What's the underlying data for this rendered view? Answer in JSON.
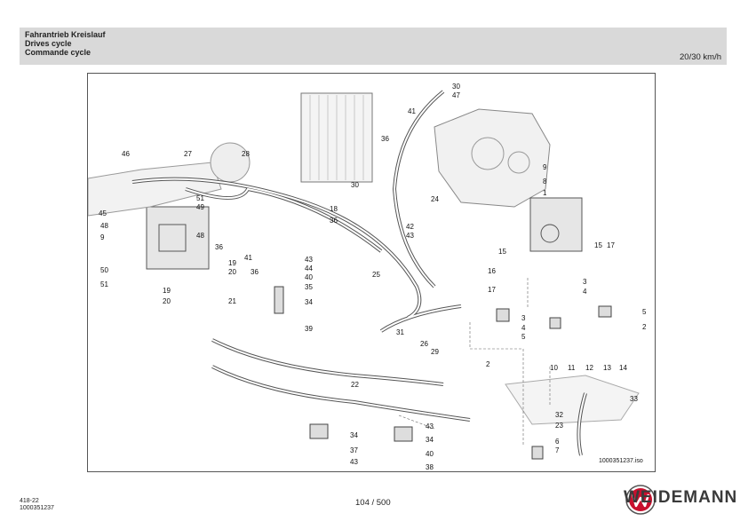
{
  "header": {
    "title_de": "Fahrantrieb Kreislauf",
    "title_en": "Drives cycle",
    "title_fr": "Commande cycle",
    "speed": "20/30 km/h"
  },
  "drawing": {
    "iso_number": "1000351237.iso",
    "callouts": [
      "1",
      "2",
      "3",
      "4",
      "5",
      "6",
      "7",
      "8",
      "9",
      "10",
      "11",
      "12",
      "13",
      "14",
      "15",
      "16",
      "17",
      "18",
      "19",
      "20",
      "21",
      "22",
      "23",
      "24",
      "25",
      "26",
      "27",
      "28",
      "29",
      "30",
      "31",
      "32",
      "33",
      "34",
      "35",
      "36",
      "37",
      "38",
      "39",
      "40",
      "41",
      "42",
      "43",
      "44",
      "45",
      "46",
      "47",
      "48",
      "49",
      "50",
      "51"
    ]
  },
  "footer": {
    "doc_code": "418-22",
    "doc_number": "1000351237",
    "page": "104 / 500",
    "brand": "WEIDEMANN"
  },
  "colors": {
    "header_bg": "#d9d9d9",
    "logo_red": "#c8102e"
  }
}
